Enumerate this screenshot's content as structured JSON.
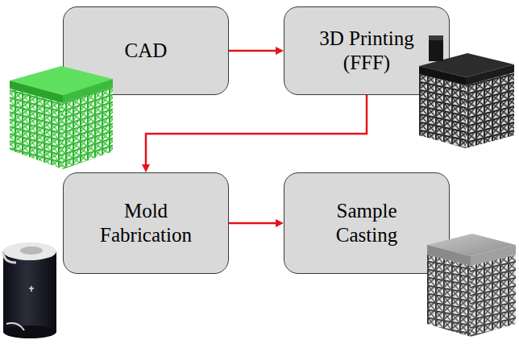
{
  "diagram": {
    "nodes": [
      {
        "text": [
          "CAD"
        ]
      },
      {
        "text": [
          "3D Printing (FFF)"
        ]
      },
      {
        "text": [
          "Mold Fabrication"
        ]
      },
      {
        "text": [
          "Sample Casting"
        ]
      }
    ],
    "edges": [
      {
        "from": 0,
        "to": 1,
        "arrow": "to"
      },
      {
        "from": 1,
        "to": 2,
        "arrow": "to"
      },
      {
        "from": 2,
        "to": 3,
        "arrow": "to"
      }
    ]
  }
}
